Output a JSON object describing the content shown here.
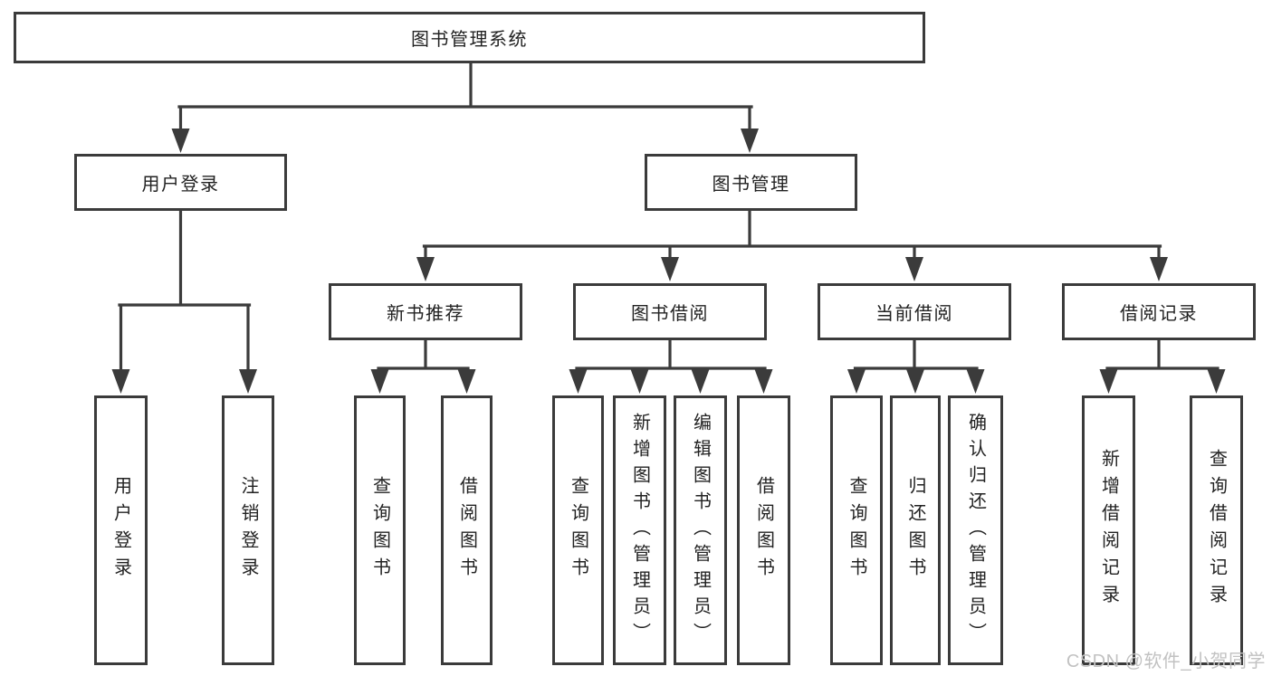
{
  "tree": {
    "label": "图书管理系统",
    "children": [
      {
        "label": "用户登录",
        "children": [
          {
            "label": "用户登录"
          },
          {
            "label": "注销登录"
          }
        ]
      },
      {
        "label": "图书管理",
        "children": [
          {
            "label": "新书推荐",
            "children": [
              {
                "label": "查询图书"
              },
              {
                "label": "借阅图书"
              }
            ]
          },
          {
            "label": "图书借阅",
            "children": [
              {
                "label": "查询图书"
              },
              {
                "label": "新增图书（管理员）"
              },
              {
                "label": "编辑图书（管理员）"
              },
              {
                "label": "借阅图书"
              }
            ]
          },
          {
            "label": "当前借阅",
            "children": [
              {
                "label": "查询图书"
              },
              {
                "label": "归还图书"
              },
              {
                "label": "确认归还（管理员）"
              }
            ]
          },
          {
            "label": "借阅记录",
            "children": [
              {
                "label": "新增借阅记录"
              },
              {
                "label": "查询借阅记录"
              }
            ]
          }
        ]
      }
    ]
  },
  "watermark": {
    "text": "CSDN @软件_小贺同学"
  },
  "colors": {
    "line": "#3b3b3b",
    "text": "#222222",
    "watermark": "#c2c2c2",
    "background": "#ffffff"
  }
}
